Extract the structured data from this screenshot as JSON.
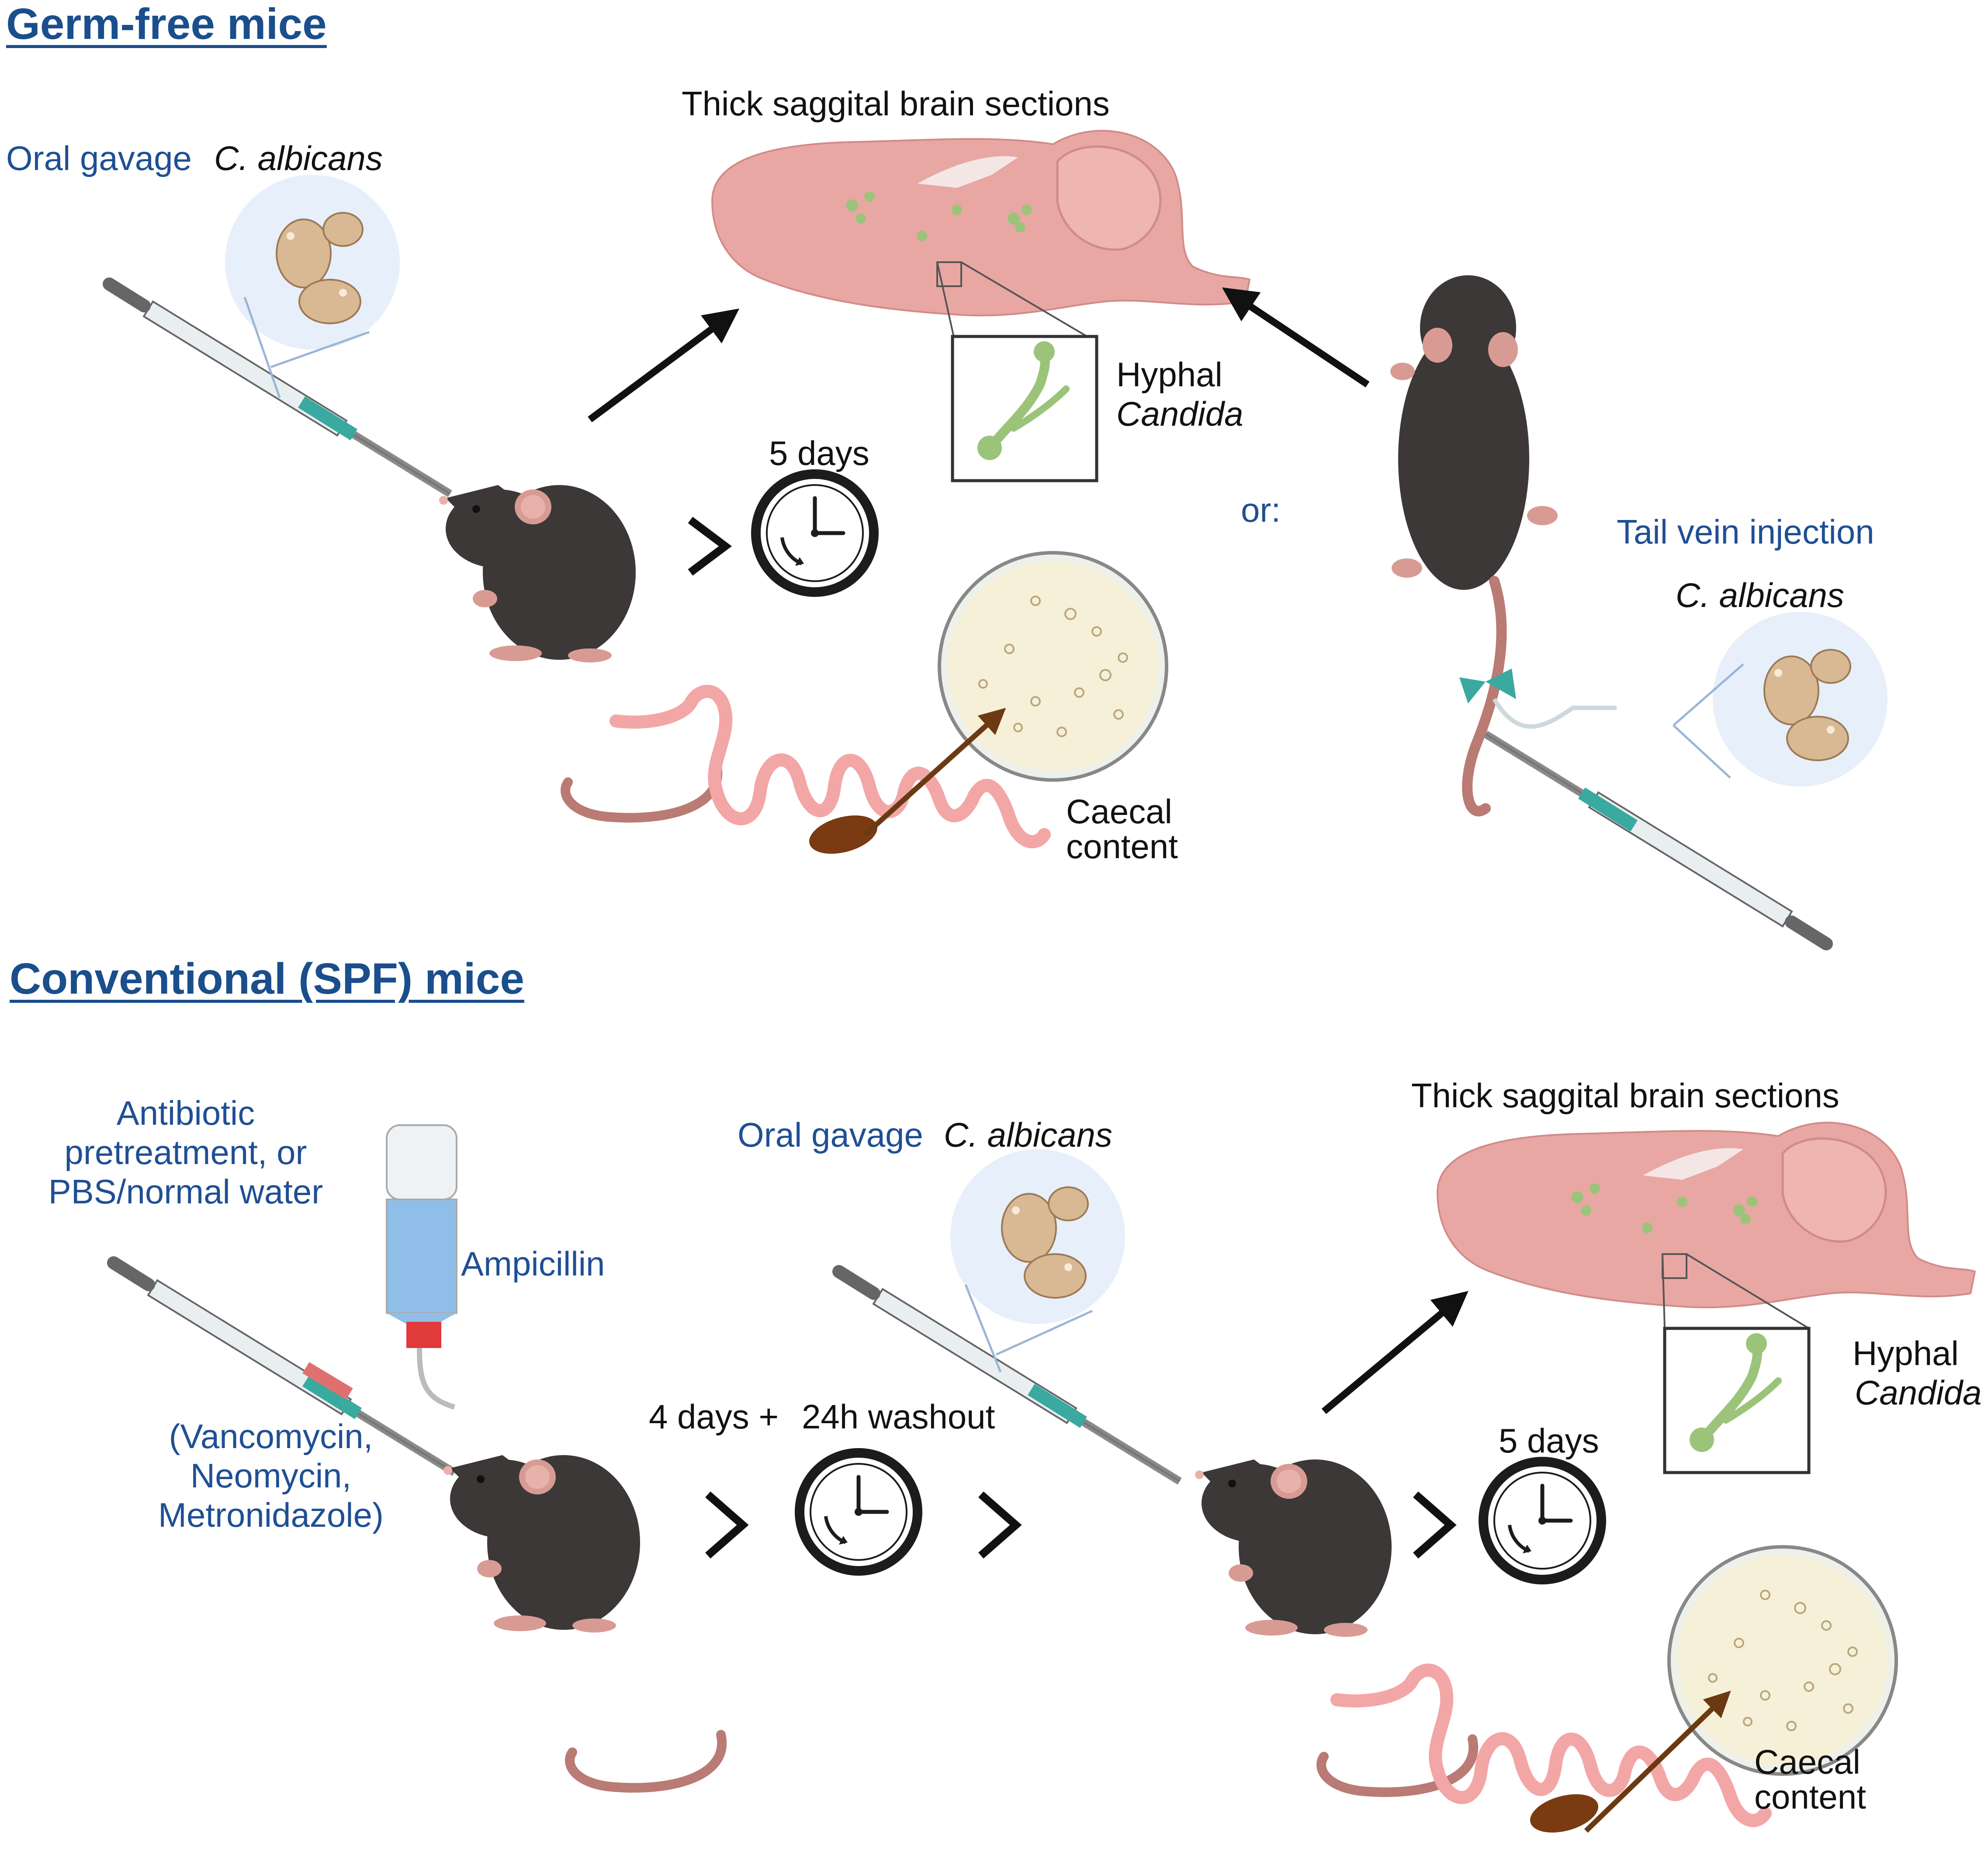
{
  "germ_free": {
    "heading": "Germ-free mice",
    "oral_gavage_label": "Oral gavage",
    "organism": "C. albicans",
    "brain_title": "Thick saggital brain sections",
    "hyphal_line1": "Hyphal",
    "hyphal_line2": "Candida",
    "duration": "5 days",
    "or_label": "or:",
    "tail_vein_label": "Tail vein injection",
    "tail_organism": "C. albicans",
    "caecal_line1": "Caecal",
    "caecal_line2": "content"
  },
  "conventional": {
    "heading": "Conventional (SPF) mice",
    "antibiotic_line1": "Antibiotic",
    "antibiotic_line2": "pretreatment, or",
    "antibiotic_line3": "PBS/normal water",
    "ampicillin": "Ampicillin",
    "drug_line1": "(Vancomycin,",
    "drug_line2": "Neomycin,",
    "drug_line3": "Metronidazole)",
    "pretreat_duration": "4 days +",
    "washout": "24h washout",
    "oral_gavage_label": "Oral gavage",
    "organism": "C. albicans",
    "brain_title": "Thick saggital brain sections",
    "hyphal_line1": "Hyphal",
    "hyphal_line2": "Candida",
    "duration": "5 days",
    "caecal_line1": "Caecal",
    "caecal_line2": "content"
  },
  "colors": {
    "heading": "#1a4e8c",
    "label_blue": "#1f4f94",
    "mouse": "#3b3837",
    "brain": "#e8a7a3",
    "intestine": "#f3a6a6",
    "plate": "#f7f0d8",
    "syringe_accent": "#3aa9a0",
    "fungus": "#d9b894"
  }
}
